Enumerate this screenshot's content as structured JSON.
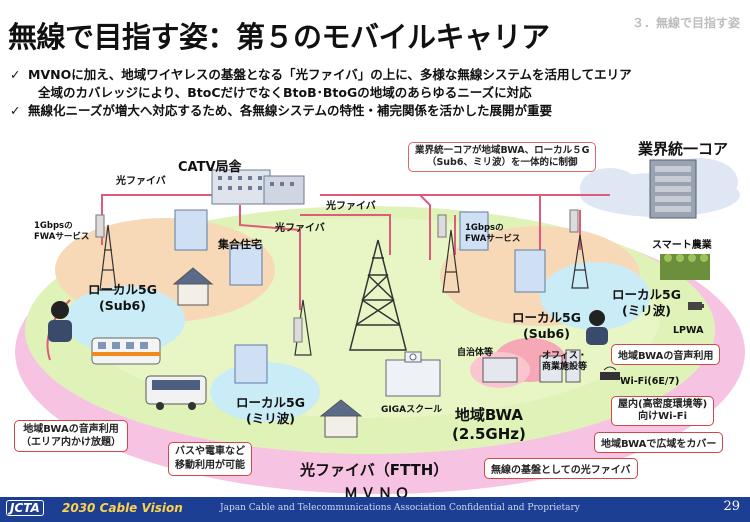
{
  "header": {
    "title": "無線で目指す姿：第５のモバイルキャリア",
    "section_label": "３．無線で目指す姿"
  },
  "bullets": {
    "line1": "MVNOに加え、地域ワイヤレスの基盤となる「光ファイバ」の上に、多様な無線システムを活用してエリア",
    "line1_cont": "全域のカバレッジにより、BtoCだけでなくBtoB･BtoGの地域のあらゆるニーズに対応",
    "line2": "無線化ニーズが増大へ対応するため、各無線システムの特性・補完関係を活かした展開が重要",
    "check_symbol": "✓"
  },
  "diagram": {
    "catv_office": "CATV局舎",
    "industry_core": "業界統一コア",
    "industry_core_callout_1": "業界統一コアが地域BWA、ローカル５G",
    "industry_core_callout_2": "（Sub6、ミリ波）を一体的に制御",
    "fiber_labels": [
      "光ファイバ",
      "光ファイバ",
      "光ファイバ"
    ],
    "fwa_left_1": "1Gbpsの",
    "fwa_left_2": "FWAサービス",
    "fwa_right_1": "1Gbpsの",
    "fwa_right_2": "FWAサービス",
    "apartment": "集合住宅",
    "local5g_sub6_left_1": "ローカル5G",
    "local5g_sub6_left_2": "(Sub6)",
    "local5g_sub6_right_1": "ローカル5G",
    "local5g_sub6_right_2": "(Sub6)",
    "local5g_mmw_bottom_1": "ローカル5G",
    "local5g_mmw_bottom_2": "(ミリ波)",
    "local5g_mmw_right_1": "ローカル5G",
    "local5g_mmw_right_2": "(ミリ波)",
    "smart_agri": "スマート農業",
    "lpwa": "LPWA",
    "local_gov": "自治体等",
    "office": "オフィス・",
    "commercial": "商業施設等",
    "giga_school": "GIGAスクール",
    "regional_bwa_1": "地域BWA",
    "regional_bwa_2": "(2.5GHz)",
    "wifi": "Wi-Fi(6E/7)",
    "ftth": "光ファイバ（FTTH）",
    "mvno": "ＭＶＮＯ",
    "callout_voice_right": "地域BWAの音声利用",
    "callout_indoor_1": "屋内(高密度環境等)",
    "callout_indoor_2": "向けWi-Fi",
    "callout_bwa_wide": "地域BWAで広域をカバー",
    "callout_fiber_base": "無線の基盤としての光ファイバ",
    "callout_voice_left_1": "地域BWAの音声利用",
    "callout_voice_left_2": "（エリア内かけ放題）",
    "callout_bus_1": "バスや電車など",
    "callout_bus_2": "移動利用が可能"
  },
  "footer": {
    "logo": "JCTA",
    "vision": "2030 Cable Vision",
    "copyright": "Japan Cable and Telecommunications Association Confidential and Proprietary",
    "page": "29"
  },
  "colors": {
    "footer_bg": "#1c3f94",
    "outer_ellipse": "#f7c3e3",
    "middle_ellipse": "#dff3b8",
    "fwa_zone": "#f7d9b8",
    "sub6_zone": "#c9ecf6",
    "fiber_line": "#e05a7a",
    "callout_border": "#d04848"
  }
}
